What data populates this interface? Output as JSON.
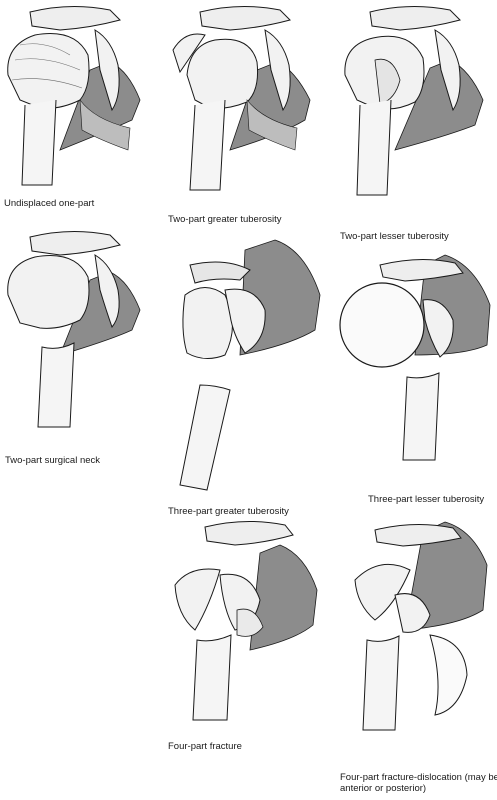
{
  "panels": [
    {
      "caption": "Undisplaced one-part"
    },
    {
      "caption": "Two-part greater tuberosity"
    },
    {
      "caption": "Two-part lesser tuberosity"
    },
    {
      "caption": "Two-part surgical neck"
    },
    {
      "caption": "Three-part greater tuberosity"
    },
    {
      "caption": "Three-part lesser tuberosity"
    },
    {
      "caption": "Four-part fracture"
    },
    {
      "caption": "Four-part fracture-dislocation (may be anterior or posterior)"
    }
  ],
  "colors": {
    "ink": "#1a1a1a",
    "bone": "#f2f2f2",
    "muscle": "#8c8c8c",
    "muscle_light": "#bdbdbd",
    "background": "#ffffff"
  }
}
